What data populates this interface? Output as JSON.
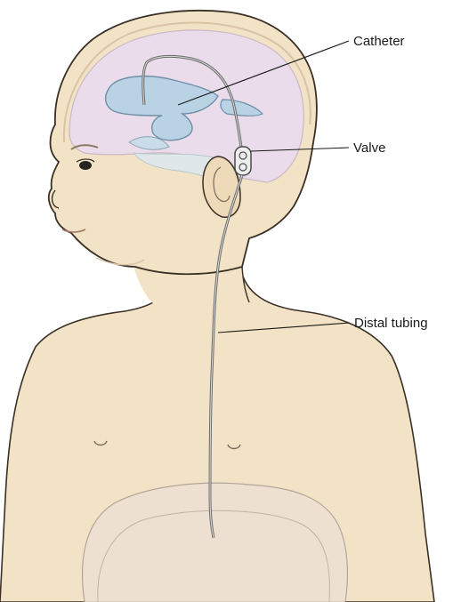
{
  "labels": {
    "catheter": "Catheter",
    "valve": "Valve",
    "distal_tubing": "Distal tubing"
  },
  "colors": {
    "skin": "#f2e3c6",
    "skin_shadow": "#e6d2ac",
    "brain": "#eadcea",
    "ventricles": "#b9d2e4",
    "outline": "#3a3026",
    "tubing": "#6b6b6b",
    "leader_line": "#1a1a1a"
  }
}
